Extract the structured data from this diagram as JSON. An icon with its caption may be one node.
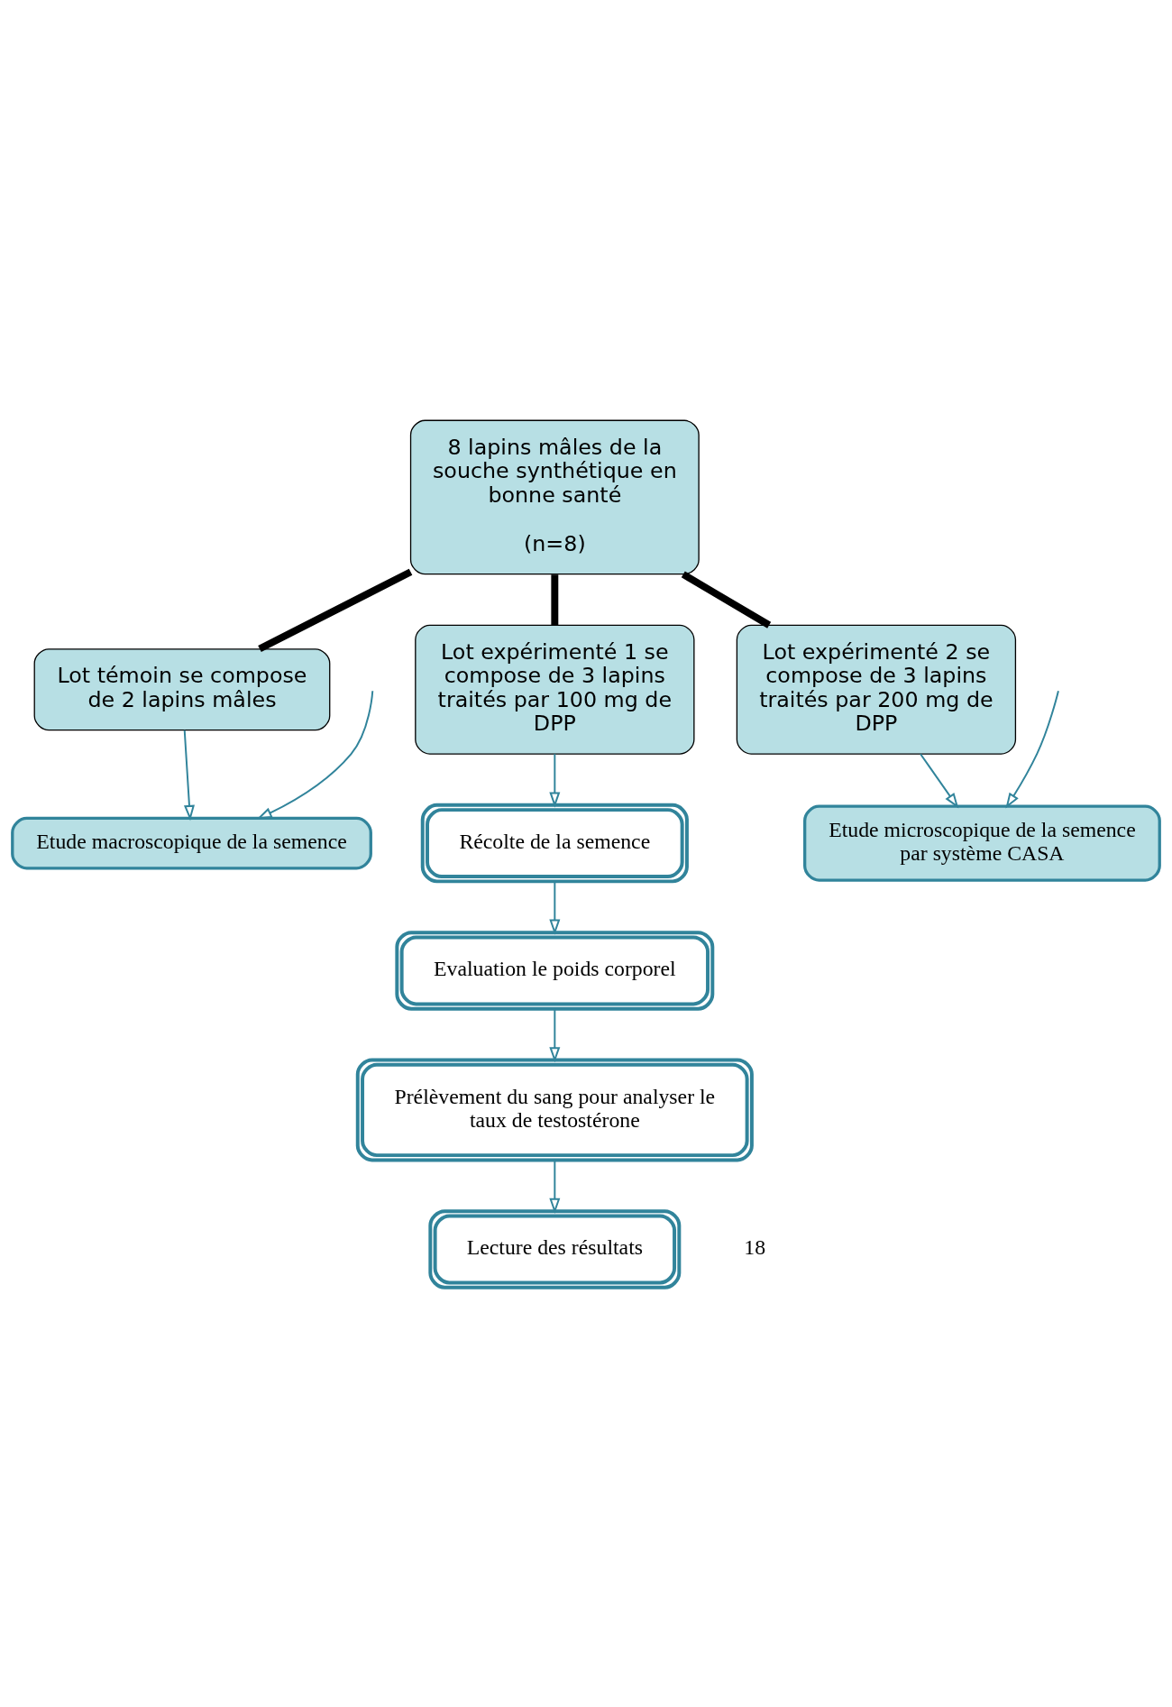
{
  "diagram": {
    "nodes": [
      {
        "text": [
          "8 lapins mâles de la souche synthétique en bonne santé",
          "(n=8)"
        ]
      },
      {
        "text": [
          "Lot témoin se compose de 2 lapins mâles"
        ]
      },
      {
        "text": [
          "Lot expérimenté 1 se compose de 3 lapins traités par 100 mg de DPP"
        ]
      },
      {
        "text": [
          "Lot expérimenté 2 se compose de 3 lapins traités par 200 mg de DPP"
        ]
      },
      {
        "text": [
          "Récolte de la semence"
        ]
      },
      {
        "text": [
          "Etude macroscopique de la semence"
        ]
      },
      {
        "text": [
          "Etude microscopique de la semence par système CASA"
        ]
      },
      {
        "text": [
          "Evaluation le poids corporel"
        ]
      },
      {
        "text": [
          "Prélèvement du sang pour analyser le taux de testostérone"
        ]
      },
      {
        "text": [
          "Lecture des résultats"
        ]
      }
    ],
    "edges": [
      {
        "from": 0,
        "to": 1,
        "arrow": "none",
        "color": "#000000",
        "style": "thick"
      },
      {
        "from": 0,
        "to": 2,
        "arrow": "none",
        "color": "#000000",
        "style": "thick"
      },
      {
        "from": 0,
        "to": 3,
        "arrow": "none",
        "color": "#000000",
        "style": "thick"
      },
      {
        "from": 1,
        "to": 5,
        "arrow": "to"
      },
      {
        "from": 2,
        "to": 4,
        "arrow": "to"
      },
      {
        "from": 3,
        "to": 6,
        "arrow": "to"
      },
      {
        "from": null,
        "to": 5,
        "arrow": "to"
      },
      {
        "from": null,
        "to": 6,
        "arrow": "to"
      },
      {
        "from": 4,
        "to": 7,
        "arrow": "to"
      },
      {
        "from": 7,
        "to": 8,
        "arrow": "to"
      },
      {
        "from": 8,
        "to": 9,
        "arrow": "to"
      }
    ],
    "labels": [
      "18"
    ]
  }
}
